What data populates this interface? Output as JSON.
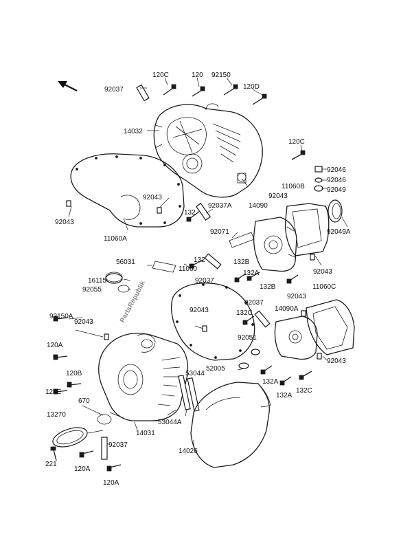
{
  "watermark": "PartsRepublik",
  "labels": [
    {
      "id": "l01",
      "text": "120C"
    },
    {
      "id": "l02",
      "text": "120"
    },
    {
      "id": "l03",
      "text": "92150"
    },
    {
      "id": "l04",
      "text": "92037"
    },
    {
      "id": "l05",
      "text": "120D"
    },
    {
      "id": "l06",
      "text": "14032"
    },
    {
      "id": "l07",
      "text": "120C"
    },
    {
      "id": "l08",
      "text": "92046"
    },
    {
      "id": "l09",
      "text": "92046"
    },
    {
      "id": "l10",
      "text": "11060B"
    },
    {
      "id": "l11",
      "text": "92049"
    },
    {
      "id": "l12",
      "text": "92043"
    },
    {
      "id": "l13",
      "text": "92043"
    },
    {
      "id": "l14",
      "text": "14090"
    },
    {
      "id": "l15",
      "text": "92037A"
    },
    {
      "id": "l16",
      "text": "132"
    },
    {
      "id": "l17",
      "text": "92043"
    },
    {
      "id": "l18",
      "text": "92049A"
    },
    {
      "id": "l19",
      "text": "92071"
    },
    {
      "id": "l20",
      "text": "11060A"
    },
    {
      "id": "l21",
      "text": "132"
    },
    {
      "id": "l22",
      "text": "132B"
    },
    {
      "id": "l23",
      "text": "56031"
    },
    {
      "id": "l24",
      "text": "11060"
    },
    {
      "id": "l25",
      "text": "92043"
    },
    {
      "id": "l26",
      "text": "16115"
    },
    {
      "id": "l27",
      "text": "92037"
    },
    {
      "id": "l28",
      "text": "132A"
    },
    {
      "id": "l29",
      "text": "92055"
    },
    {
      "id": "l30",
      "text": "132B"
    },
    {
      "id": "l31",
      "text": "11060C"
    },
    {
      "id": "l32",
      "text": "92043"
    },
    {
      "id": "l33",
      "text": "92037"
    },
    {
      "id": "l34",
      "text": "92043"
    },
    {
      "id": "l35",
      "text": "14090A"
    },
    {
      "id": "l36",
      "text": "92150A"
    },
    {
      "id": "l37",
      "text": "132C"
    },
    {
      "id": "l38",
      "text": "92043"
    },
    {
      "id": "l39",
      "text": "92051"
    },
    {
      "id": "l40",
      "text": "120A"
    },
    {
      "id": "l41",
      "text": "92043"
    },
    {
      "id": "l42",
      "text": "52005"
    },
    {
      "id": "l43",
      "text": "120B"
    },
    {
      "id": "l44",
      "text": "53044"
    },
    {
      "id": "l45",
      "text": "132A"
    },
    {
      "id": "l46",
      "text": "120E"
    },
    {
      "id": "l47",
      "text": "670"
    },
    {
      "id": "l48",
      "text": "132A"
    },
    {
      "id": "l49",
      "text": "132C"
    },
    {
      "id": "l50",
      "text": "13270"
    },
    {
      "id": "l51",
      "text": "53044A"
    },
    {
      "id": "l52",
      "text": "14031"
    },
    {
      "id": "l53",
      "text": "92037"
    },
    {
      "id": "l54",
      "text": "14026"
    },
    {
      "id": "l55",
      "text": "221"
    },
    {
      "id": "l56",
      "text": "120A"
    },
    {
      "id": "l57",
      "text": "120A"
    }
  ]
}
